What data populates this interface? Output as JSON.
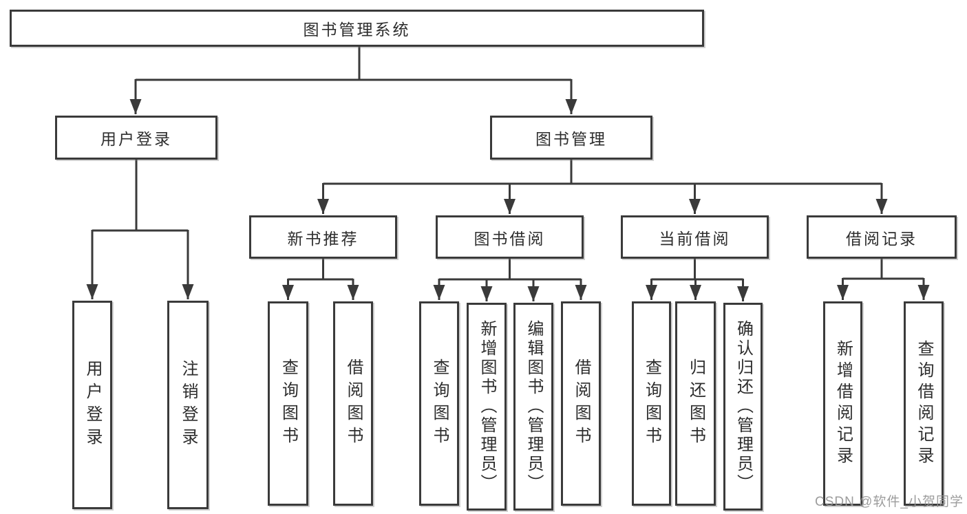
{
  "tree": {
    "label": "图书管理系统",
    "children": [
      {
        "label": "用户登录",
        "children": [
          {
            "label": "用户登录"
          },
          {
            "label": "注销登录"
          }
        ]
      },
      {
        "label": "图书管理",
        "children": [
          {
            "label": "新书推荐",
            "children": [
              {
                "label": "查询图书"
              },
              {
                "label": "借阅图书"
              }
            ]
          },
          {
            "label": "图书借阅",
            "children": [
              {
                "label": "查询图书"
              },
              {
                "label": "新增图书（管理员）"
              },
              {
                "label": "编辑图书（管理员）"
              },
              {
                "label": "借阅图书"
              }
            ]
          },
          {
            "label": "当前借阅",
            "children": [
              {
                "label": "查询图书"
              },
              {
                "label": "归还图书"
              },
              {
                "label": "确认归还（管理员）"
              }
            ]
          },
          {
            "label": "借阅记录",
            "children": [
              {
                "label": "新增借阅记录"
              },
              {
                "label": "查询借阅记录"
              }
            ]
          }
        ]
      }
    ]
  },
  "watermark": {
    "text": "CSDN @软件_小贺同学"
  },
  "colors": {
    "line": "#3a3a3a",
    "box_border": "#3a3a3a",
    "text": "#2d2d2d",
    "watermark": "#949494",
    "background": "#ffffff"
  }
}
